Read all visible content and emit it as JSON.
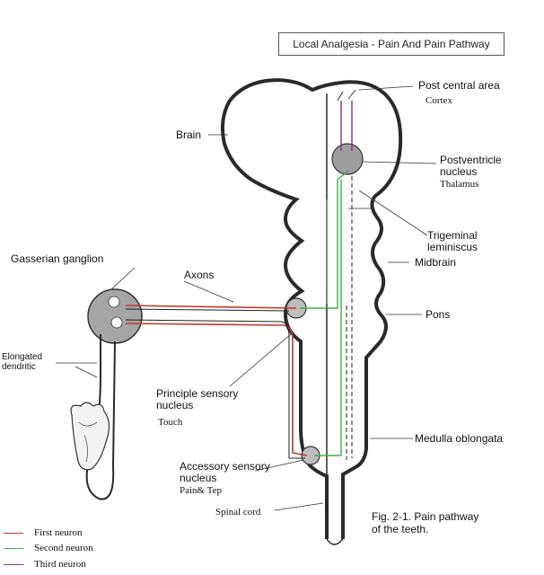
{
  "header": {
    "title": "Local Analgesia - Pain And Pain Pathway"
  },
  "labels": {
    "post_central_area": "Post central area",
    "cortex": "Cortex",
    "brain": "Brain",
    "postventricle_nucleus": "Postventricle\nnucleus",
    "thalamus": "Thalamus",
    "trigeminal_lemniscus": "Trigeminal\nleminiscus",
    "midbrain": "Midbrain",
    "gasserian_ganglion": "Gasserian ganglion",
    "axons": "Axons",
    "pons": "Pons",
    "elongated_dendritic": "Elongated\ndendritic",
    "principle_sensory_nucleus": "Principle sensory\nnucleus",
    "touch": "Touch",
    "medulla_oblongata": "Medulla oblongata",
    "accessory_sensory_nucleus": "Accessory sensory\nnucleus",
    "pain_tep": "Pain& Tep",
    "spinal_cord": "Spinal cord",
    "figure_caption": "Fig. 2-1. Pain pathway\nof the teeth."
  },
  "legend": [
    {
      "label": "First neuron",
      "color": "#c0392b"
    },
    {
      "label": "Second neuron",
      "color": "#3cb043"
    },
    {
      "label": "Third neuron",
      "color": "#8e2c8e"
    }
  ]
}
